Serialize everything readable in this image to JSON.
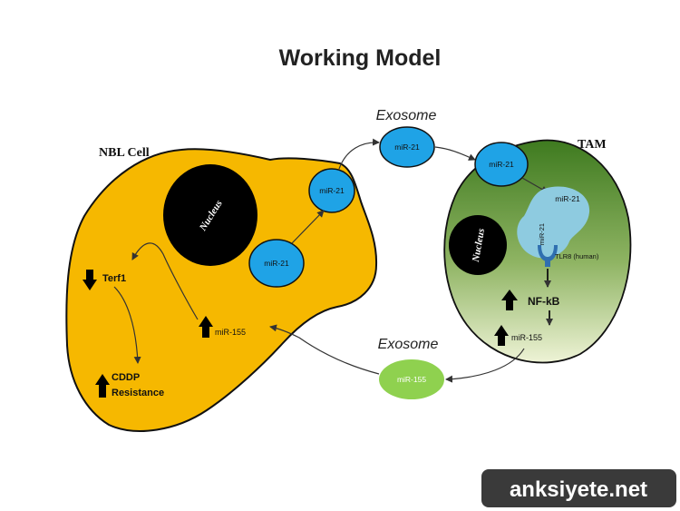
{
  "title": "Working Model",
  "nbl_cell": {
    "label": "NBL Cell",
    "nucleus": "Nucleus",
    "terf1": "Terf1",
    "cddp_line1": "CDDP",
    "cddp_line2": "Resistance",
    "mir155": "miR-155",
    "mir21_inner": "miR-21",
    "mir21_budding": "miR-21"
  },
  "exosome_top": {
    "label": "Exosome",
    "mir": "miR-21"
  },
  "exosome_bottom": {
    "label": "Exosome",
    "mir": "miR-155"
  },
  "tam": {
    "label": "TAM",
    "nucleus": "Nucleus",
    "mir21_entering": "miR-21",
    "mir21_endosome": "miR-21",
    "mir21_bound": "miR-21",
    "tlr8": "TLR8 (human)",
    "nfkb": "NF-kB",
    "mir155": "miR-155"
  },
  "watermark": "anksiyete.net",
  "colors": {
    "nbl_cell": "#f6b800",
    "tam_top": "#3e7a1f",
    "tam_bottom": "#eef3d6",
    "exosome_blue": "#1fa3e6",
    "endosome": "#8ecbe0",
    "exosome_green": "#8fd14f",
    "receptor": "#2f6fb0",
    "watermark_bg": "#3a3a3a"
  }
}
